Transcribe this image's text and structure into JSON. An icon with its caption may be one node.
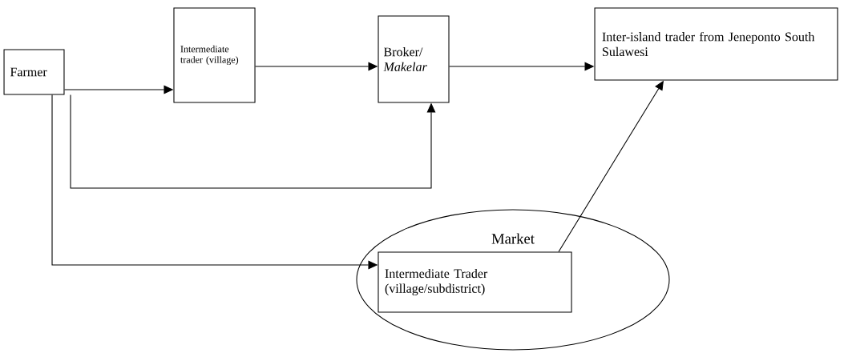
{
  "diagram": {
    "nodes": [
      {
        "text": [
          "Farmer"
        ]
      },
      {
        "text": [
          "Intermediate trader (village)"
        ]
      },
      {
        "text": [
          "Broker/ *Makelar*"
        ]
      },
      {
        "text": [
          "Inter-island trader from Jeneponto South Sulawesi"
        ]
      },
      {
        "text": [
          "Market"
        ]
      },
      {
        "text": [
          "Intermediate Trader (village/subdistrict)"
        ],
        "in": 4
      }
    ],
    "edges": [
      {
        "from": 0,
        "to": 1,
        "arrow": "to"
      },
      {
        "from": 1,
        "to": 2,
        "arrow": "to"
      },
      {
        "from": 2,
        "to": 3,
        "arrow": "to"
      },
      {
        "from": 0,
        "to": 2,
        "arrow": "to"
      },
      {
        "from": 0,
        "to": 5,
        "arrow": "to"
      },
      {
        "from": 5,
        "to": 3,
        "arrow": "to"
      }
    ]
  }
}
